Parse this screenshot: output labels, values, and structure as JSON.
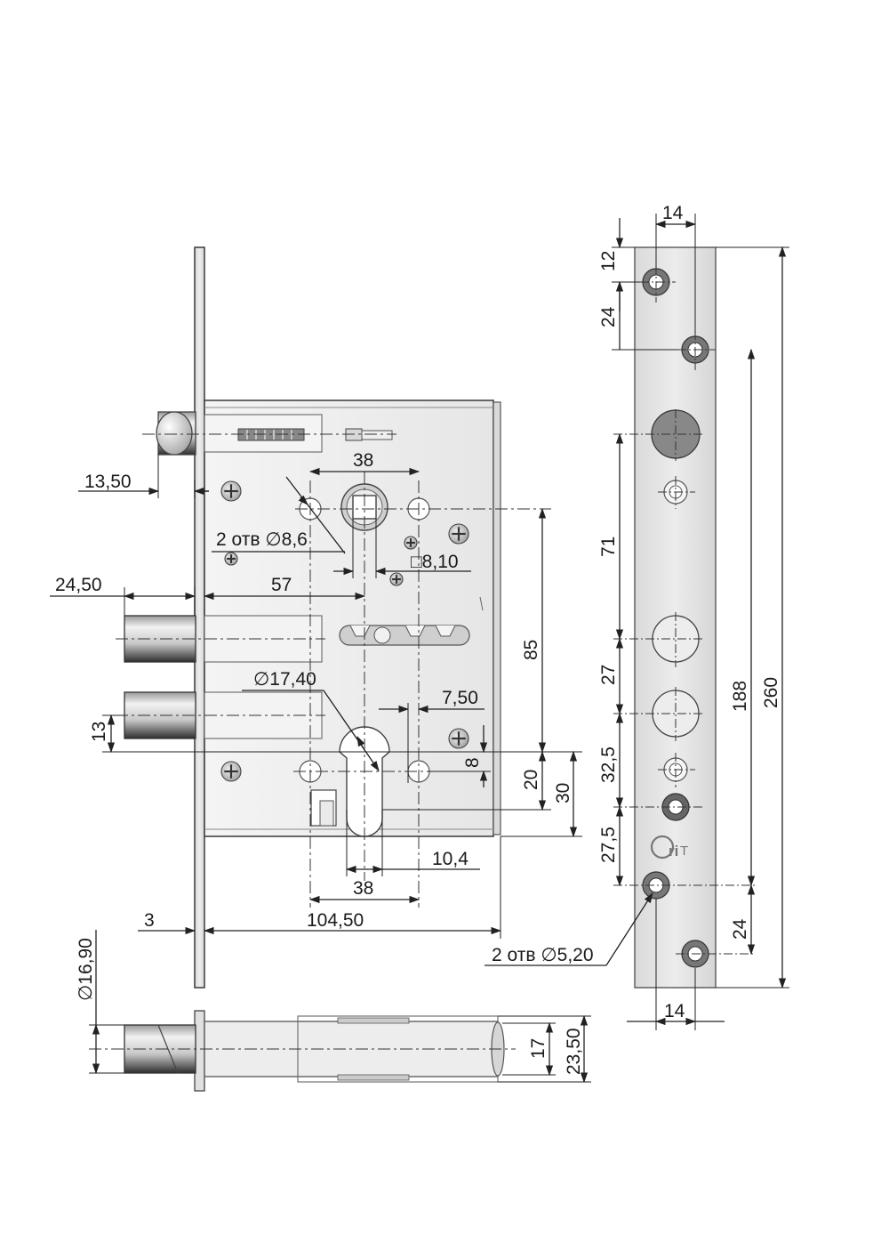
{
  "colors": {
    "plate_fill": "#e4e4e4",
    "plate_edge": "#555555",
    "bolt_dark": "#6e6e6e",
    "line": "#222222"
  },
  "labels": {
    "d_13_50": "13,50",
    "d_38_top": "38",
    "holes_88": "2 отв ∅8,6",
    "sq_810": "□8,10",
    "d_24_50": "24,50",
    "d_57": "57",
    "d_85": "85",
    "diam_1740": "∅17,40",
    "d_7_50": "7,50",
    "d_13": "13",
    "d_8": "8",
    "d_20": "20",
    "d_30": "30",
    "d_10_4": "10,4",
    "d_38_bottom": "38",
    "d_3": "3",
    "d_104_50": "104,50",
    "diam_1690": "∅16,90",
    "d_17": "17",
    "d_23_50": "23,50",
    "fp_14_top": "14",
    "fp_12": "12",
    "fp_24_top": "24",
    "fp_71": "71",
    "fp_27": "27",
    "fp_32_5": "32,5",
    "fp_27_5": "27,5",
    "fp_188": "188",
    "fp_260": "260",
    "fp_24_bottom": "24",
    "fp_14_bottom": "14",
    "holes_52": "2 отв ∅5,20"
  },
  "icons": {
    "logo": "grit-logo",
    "screw": "phillips-screw-icon"
  }
}
